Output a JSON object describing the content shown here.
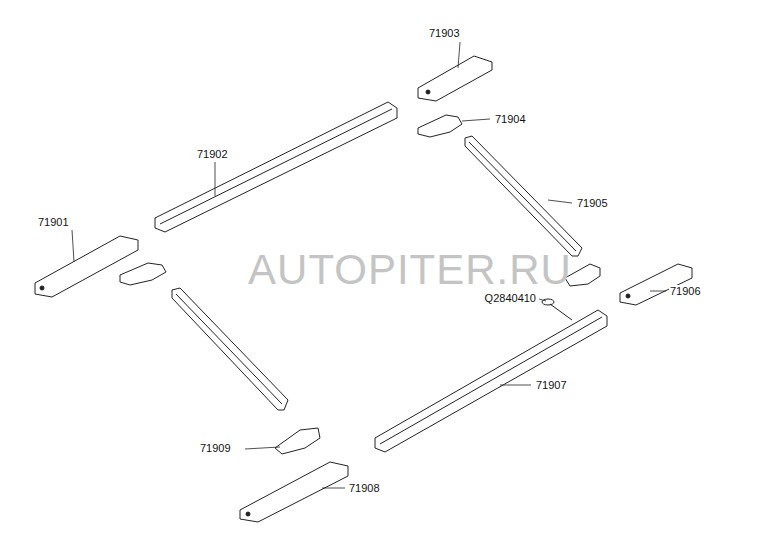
{
  "diagram": {
    "labels": [
      "71903",
      "71904",
      "71902",
      "71905",
      "71901",
      "AUTOPITER.RU",
      "71906",
      "Q2840410",
      "71907",
      "71909",
      "71908"
    ]
  }
}
